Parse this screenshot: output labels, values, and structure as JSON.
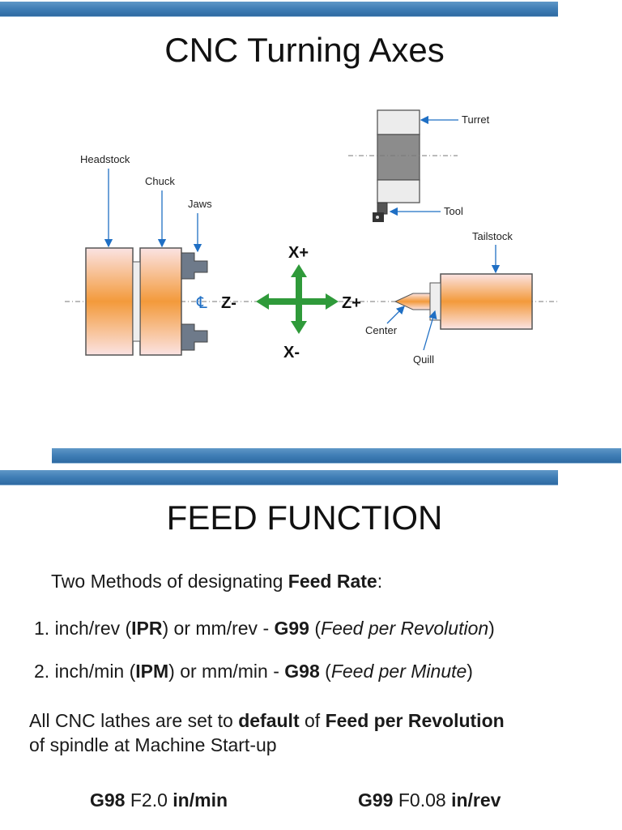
{
  "slide1": {
    "title": "CNC Turning Axes",
    "labels": {
      "headstock": "Headstock",
      "chuck": "Chuck",
      "jaws": "Jaws",
      "turret": "Turret",
      "tool": "Tool",
      "tailstock": "Tailstock",
      "center": "Center",
      "quill": "Quill",
      "centerline_symbol": "℄"
    },
    "axes": {
      "x_plus": "X+",
      "x_minus": "X-",
      "z_plus": "Z+",
      "z_minus": "Z-"
    }
  },
  "slide2": {
    "title": "FEED FUNCTION",
    "intro_prefix": "Two Methods of designating ",
    "intro_bold": "Feed Rate",
    "intro_suffix": ":",
    "item1": {
      "prefix": "1. inch/rev (",
      "code": "IPR",
      "mid": ") or mm/rev - ",
      "gcode": "G99",
      "open": " (",
      "desc": "Feed per Revolution",
      "close": ")"
    },
    "item2": {
      "prefix": "2. inch/min (",
      "code": "IPM",
      "mid": ") or mm/min - ",
      "gcode": "G98",
      "open": " (",
      "desc": "Feed per Minute",
      "close": ")"
    },
    "default_line": {
      "p1": "All CNC lathes are set to ",
      "b1": "default",
      "p2": " of ",
      "b2": "Feed per Revolution",
      "line2": "of spindle at Machine Start-up"
    },
    "examples": [
      {
        "g": "G98",
        "f": " F2.0 ",
        "unit": "in/min"
      },
      {
        "g": "G99",
        "f": " F0.08 ",
        "unit": "in/rev"
      }
    ]
  },
  "colors": {
    "bar": "#3f7db5",
    "arrow": "#2f9a3a",
    "leader": "#1f6fc4"
  }
}
